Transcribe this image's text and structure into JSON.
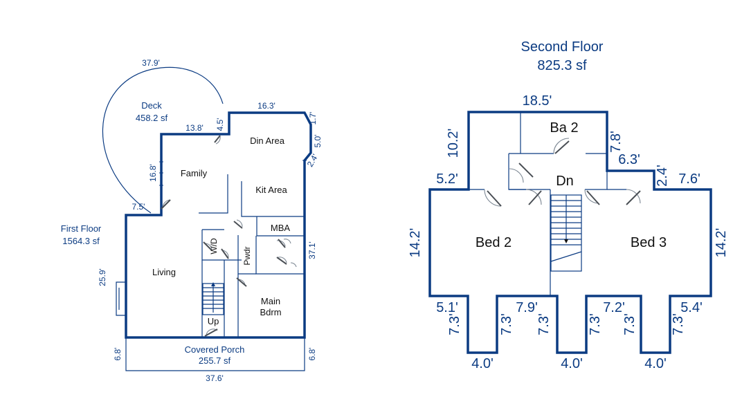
{
  "first_floor": {
    "title": "First Floor",
    "area": "1564.3 sf",
    "deck": {
      "name": "Deck",
      "area": "458.2 sf"
    },
    "porch": {
      "name": "Covered Porch",
      "area": "255.7 sf"
    },
    "rooms": {
      "din_area": "Din Area",
      "family": "Family",
      "kit_area": "Kit Area",
      "mba": "MBA",
      "wd": "W/D",
      "pwdr": "Pwdr",
      "living": "Living",
      "main_bdrm_1": "Main",
      "main_bdrm_2": "Bdrm",
      "up": "Up"
    },
    "dims": {
      "deck_arc": "37.9'",
      "top": "16.3'",
      "family_top": "13.8'",
      "step_a": "4.5'",
      "right_a": "1.7'",
      "right_b": "5.0'",
      "right_c": "2.4'",
      "family_left": "16.8'",
      "step_b": "7.5'",
      "right_side": "37.1'",
      "left_side": "25.9'",
      "porch_left": "6.8'",
      "porch_right": "6.8'",
      "bottom": "37.6'"
    }
  },
  "second_floor": {
    "title": "Second Floor",
    "area": "825.3 sf",
    "rooms": {
      "ba2": "Ba 2",
      "dn": "Dn",
      "bed2": "Bed 2",
      "bed3": "Bed 3"
    },
    "dims": {
      "top": "18.5'",
      "left_top": "10.2'",
      "right_top": "7.8'",
      "step_right": "6.3'",
      "step_right_v": "2.4'",
      "right_short": "7.6'",
      "left_short": "5.2'",
      "left_side": "14.2'",
      "right_side": "14.2'",
      "bay1_left": "5.1'",
      "bay1_v1": "7.3'",
      "bay1_v2": "7.3'",
      "bay_gap_1": "7.9'",
      "bay2_v1": "7.3'",
      "bay2_v2": "7.3'",
      "bay_gap_2": "7.2'",
      "bay3_v1": "7.3'",
      "bay3_right": "5.4'",
      "bay1_bottom": "4.0'",
      "bay2_bottom": "4.0'",
      "bay3_bottom": "4.0'"
    }
  },
  "colors": {
    "wall": "#0b3b82",
    "label": "#111111",
    "door": "#7d8894"
  }
}
